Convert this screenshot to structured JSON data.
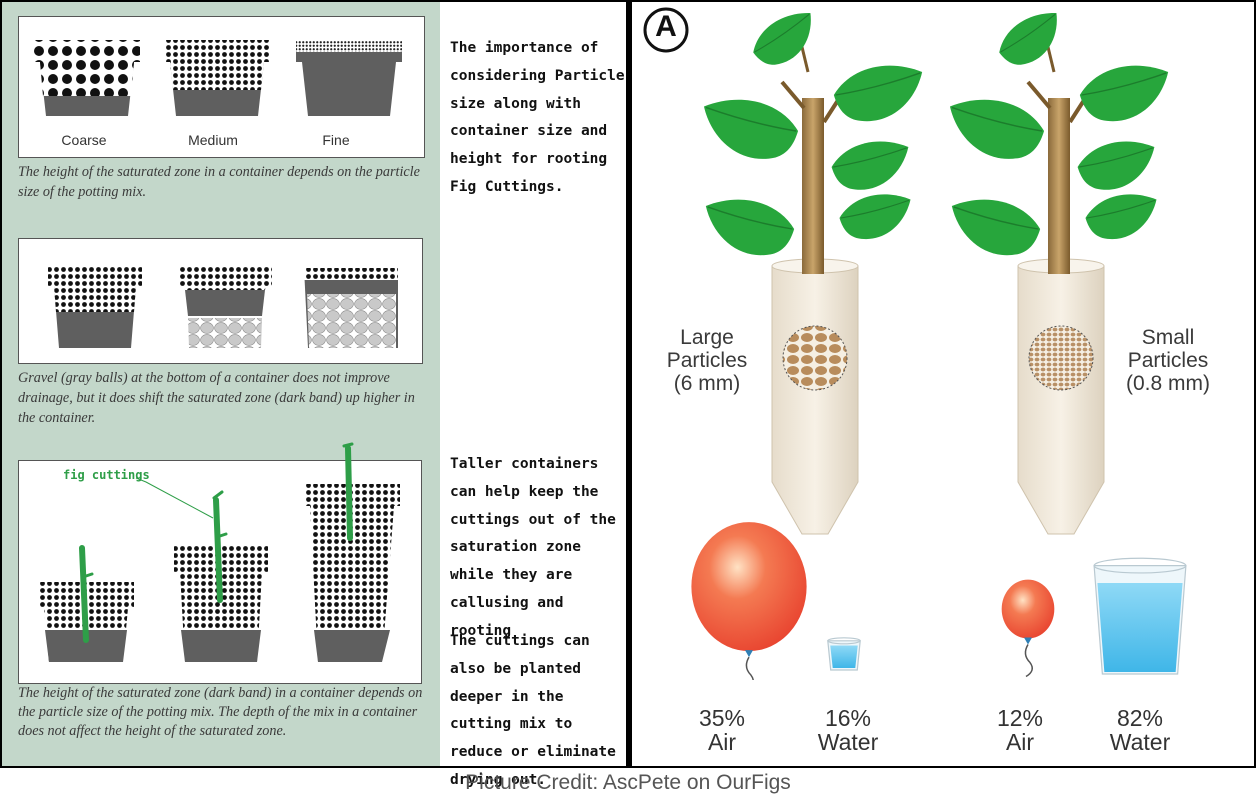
{
  "panel_left": {
    "pot_labels": [
      "Coarse",
      "Medium",
      "Fine"
    ],
    "caption_1": "The height of the saturated zone in a container depends on the particle size of the potting mix.",
    "caption_2": "Gravel (gray balls) at the bottom of a container does not improve drainage, but it does shift the saturated zone (dark band) up higher in the container.",
    "caption_3": "The height of the saturated zone (dark band) in a container depends on the particle size of the potting mix. The depth of the mix in a container does not affect the height of the saturated zone.",
    "cuttings_label": "fig cuttings"
  },
  "panel_mid": {
    "note_1": "The importance of considering Particle size along with container size and height for rooting Fig Cuttings.",
    "note_2": "Taller containers can help keep the cuttings out of the saturation zone while they are callusing and rooting",
    "note_3": "The cuttings can also be planted deeper in the cutting mix to reduce or eliminate drying out."
  },
  "panel_right": {
    "badge": "A",
    "large_label_lines": [
      "Large",
      "Particles",
      "(6 mm)"
    ],
    "small_label_lines": [
      "Small",
      "Particles",
      "(0.8 mm)"
    ],
    "large": {
      "air_pct": "35%",
      "air_word": "Air",
      "water_pct": "16%",
      "water_word": "Water"
    },
    "small": {
      "air_pct": "12%",
      "air_word": "Air",
      "water_pct": "82%",
      "water_word": "Water"
    }
  },
  "credit": "Picture Credit: AscPete on OurFigs",
  "colors": {
    "panel_bg": "#c3d7ca",
    "saturated": "#5f5f5f",
    "cutting": "#2e9e48",
    "leaf": "#27a63c",
    "balloon": "#e8432f",
    "water": "#3fb6e8",
    "tube": "#efe7d8"
  }
}
